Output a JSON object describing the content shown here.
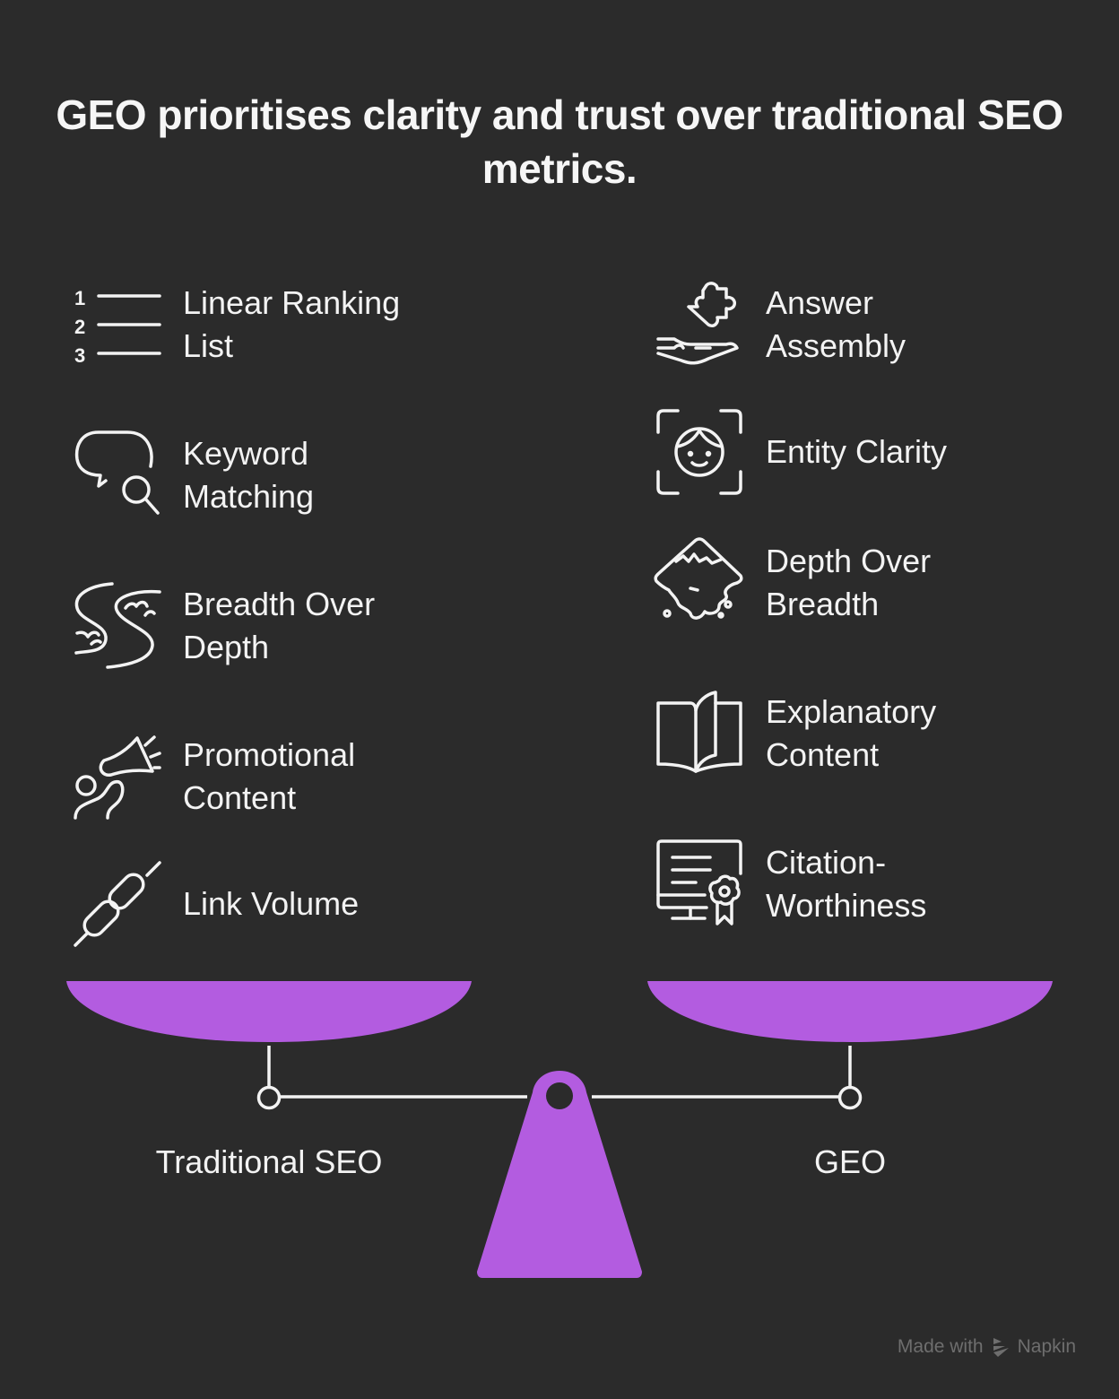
{
  "title": "GEO prioritises clarity and trust over traditional SEO metrics.",
  "colors": {
    "background": "#2b2b2b",
    "accent_purple": "#b35ce0",
    "text": "#f3f3f3",
    "watermark": "#6e6e6e"
  },
  "left_column": {
    "side_label": "Traditional SEO",
    "items": [
      {
        "label": "Linear Ranking List",
        "icon": "numbered-list-icon"
      },
      {
        "label": "Keyword Matching",
        "icon": "speech-bubble-search-icon"
      },
      {
        "label": "Breadth Over Depth",
        "icon": "winding-river-birds-icon"
      },
      {
        "label": "Promotional Content",
        "icon": "person-megaphone-icon"
      },
      {
        "label": "Link Volume",
        "icon": "chain-links-icon"
      }
    ]
  },
  "right_column": {
    "side_label": "GEO",
    "items": [
      {
        "label": "Answer Assembly",
        "icon": "hand-puzzle-piece-icon"
      },
      {
        "label": "Entity Clarity",
        "icon": "face-scan-icon"
      },
      {
        "label": "Depth Over Breadth",
        "icon": "iceberg-icon"
      },
      {
        "label": "Explanatory Content",
        "icon": "open-book-icon"
      },
      {
        "label": "Citation-Worthiness",
        "icon": "certificate-monitor-icon"
      }
    ]
  },
  "footer": {
    "made_with": "Made with",
    "brand": "Napkin"
  }
}
